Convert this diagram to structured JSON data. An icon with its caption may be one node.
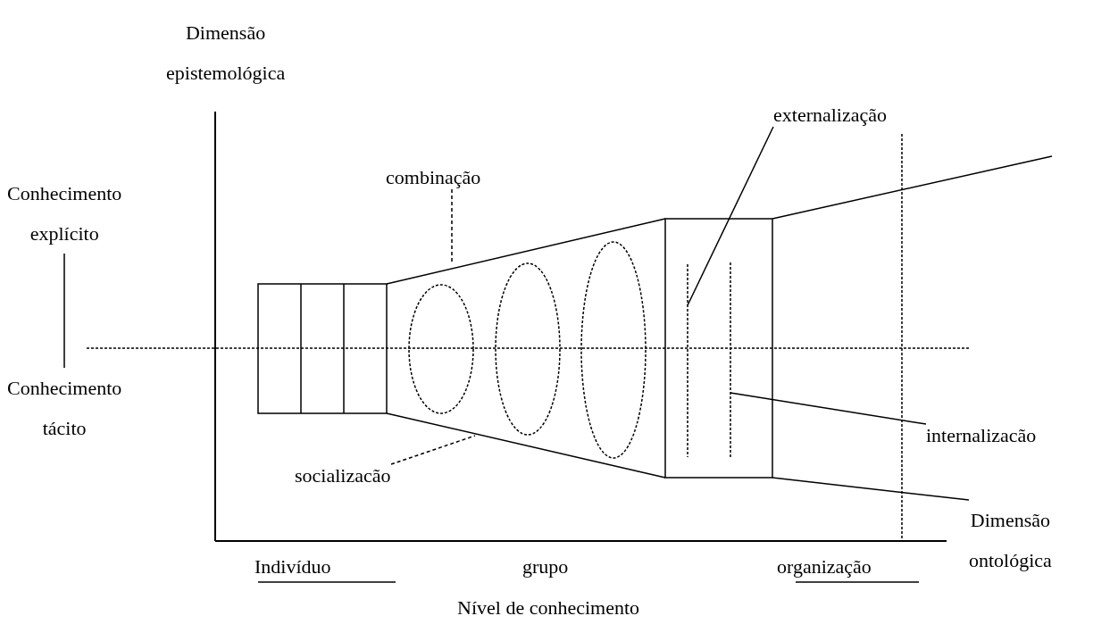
{
  "diagram": {
    "nodes": [
      {
        "text": [
          "Dimensão epistemológica"
        ]
      },
      {
        "text": [
          "Conhecimento explícito"
        ]
      },
      {
        "text": [
          "Conhecimento tácito"
        ]
      },
      {
        "text": [
          "combinação"
        ]
      },
      {
        "text": [
          "externalização"
        ]
      },
      {
        "text": [
          "socializacão"
        ]
      },
      {
        "text": [
          "internalizacão"
        ]
      },
      {
        "text": [
          "Dimensão ontológica"
        ]
      }
    ],
    "edges": [
      {
        "from": 1,
        "to": 2,
        "arrow": "none"
      },
      {
        "from": 3,
        "to": null,
        "arrow": "none",
        "style": "dashed"
      },
      {
        "from": 4,
        "to": null,
        "arrow": "none"
      },
      {
        "from": 5,
        "to": null,
        "arrow": "none",
        "style": "dashed"
      },
      {
        "from": 6,
        "to": null,
        "arrow": "none"
      },
      {
        "from": 7,
        "to": null,
        "arrow": "none"
      }
    ],
    "labels": [
      "Indivíduo",
      "grupo",
      "organização",
      "Nível de conhecimento"
    ]
  }
}
